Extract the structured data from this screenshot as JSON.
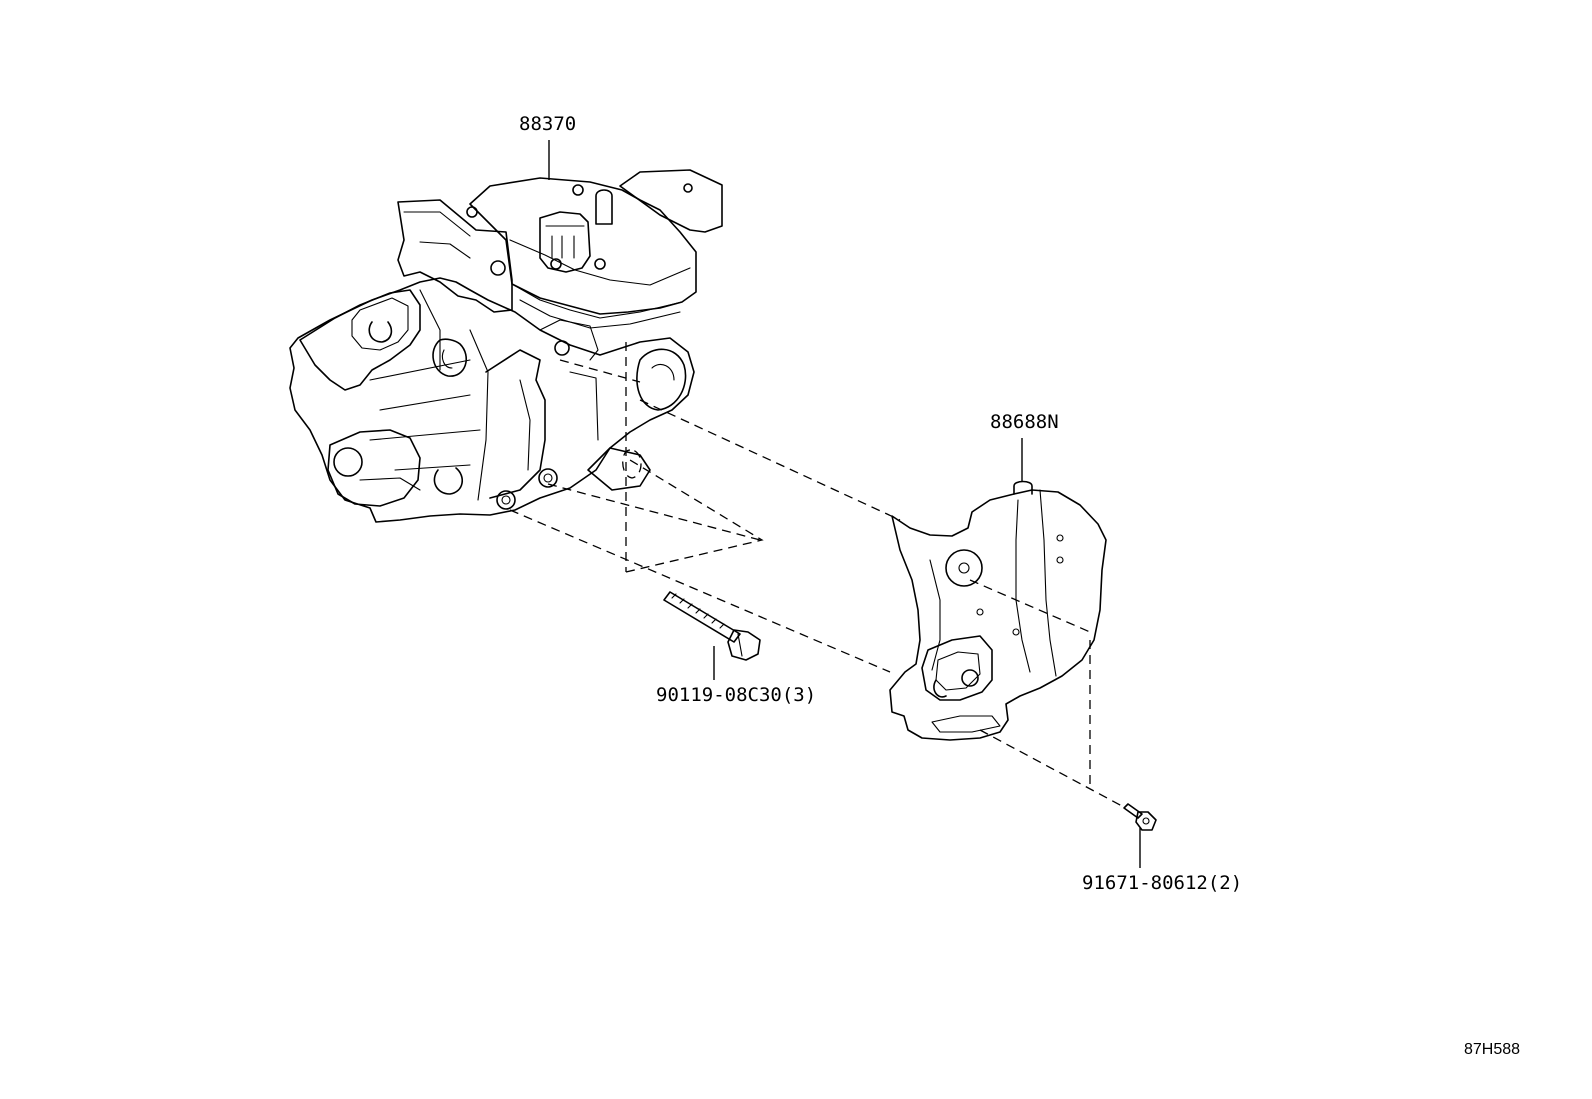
{
  "parts": {
    "compressor": "88370",
    "bracket": "88688N",
    "bolt_long": "90119-08C30(3)",
    "bolt_short": "91671-80612(2)"
  },
  "illustration_code": "87H588"
}
